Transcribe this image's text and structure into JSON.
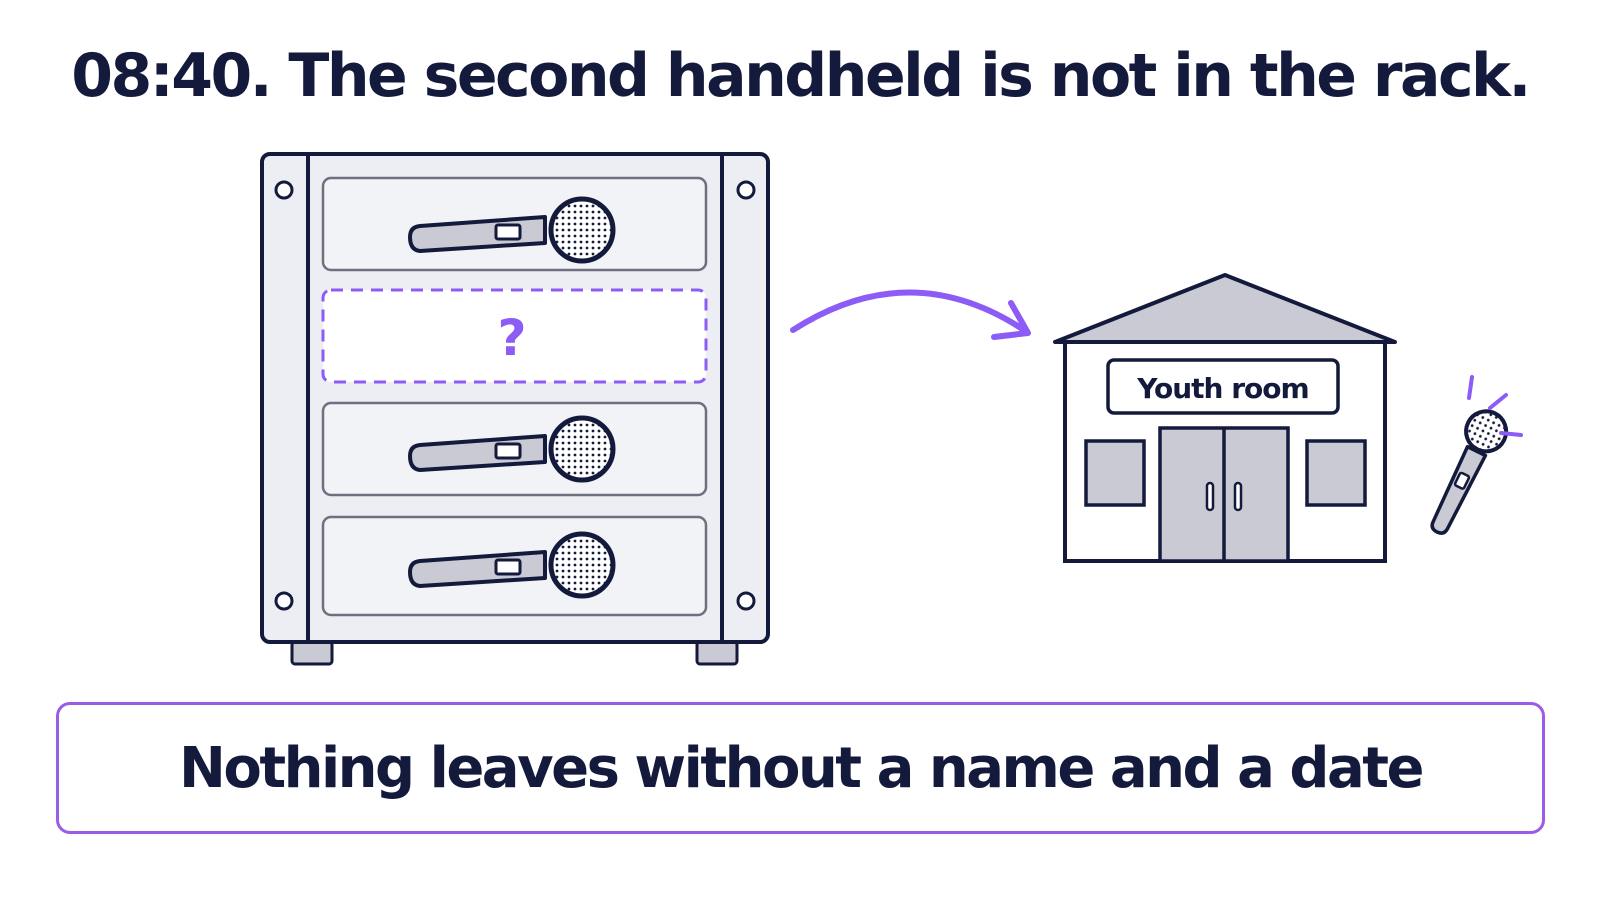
{
  "headline": "08:40. The second handheld is not in the rack.",
  "rack": {
    "empty_slot_label": "?"
  },
  "building": {
    "sign": "Youth room"
  },
  "rule": "Nothing leaves without a name and a date",
  "colors": {
    "ink": "#141a3c",
    "accent": "#8b5cf6",
    "fill_grey": "#c9cad3",
    "panel": "#eceef3"
  },
  "icons": [
    "microphone-icon",
    "rack-icon",
    "building-icon",
    "arrow-icon",
    "question-mark-icon"
  ]
}
